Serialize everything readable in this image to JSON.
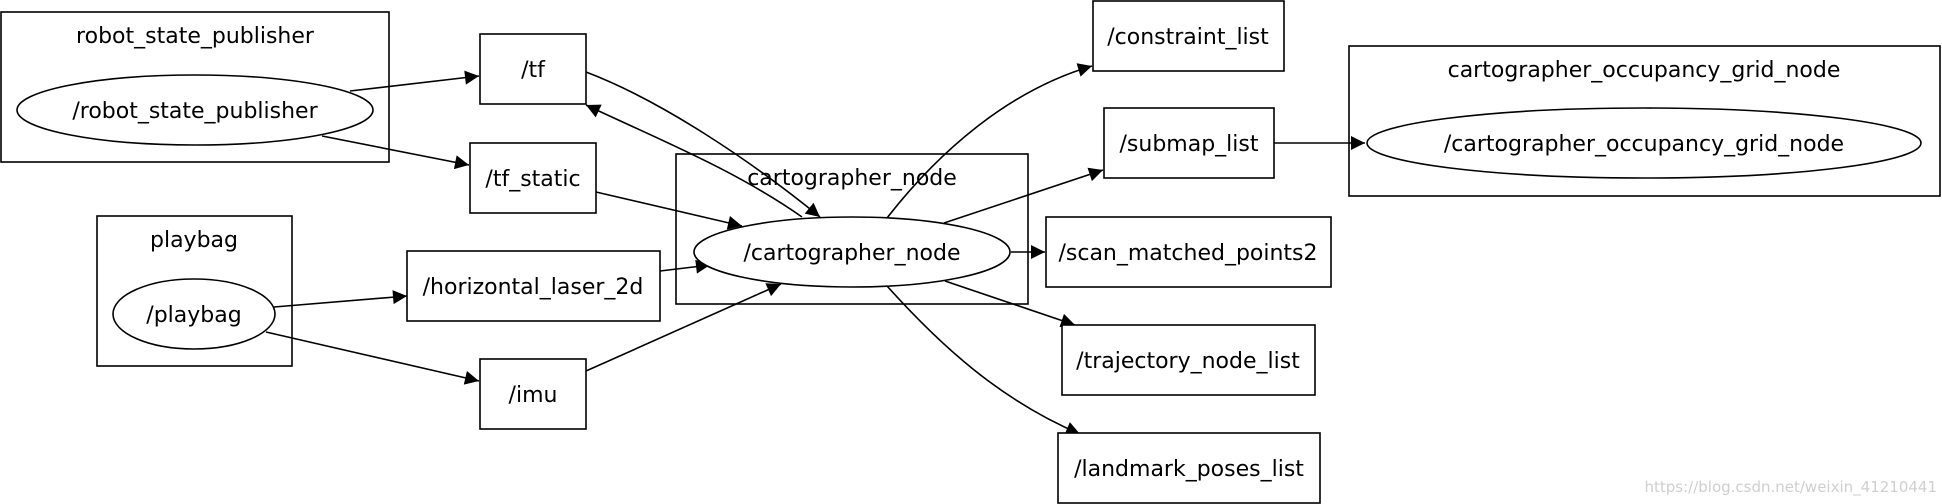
{
  "clusters": {
    "robot_state_publisher": "robot_state_publisher",
    "playbag": "playbag",
    "cartographer_node": "cartographer_node",
    "cartographer_occupancy_grid_node": "cartographer_occupancy_grid_node"
  },
  "nodes": {
    "robot_state_publisher": "/robot_state_publisher",
    "playbag": "/playbag",
    "cartographer_node": "/cartographer_node",
    "cartographer_occupancy_grid_node": "/cartographer_occupancy_grid_node"
  },
  "topics": {
    "tf": "/tf",
    "tf_static": "/tf_static",
    "horizontal_laser_2d": "/horizontal_laser_2d",
    "imu": "/imu",
    "constraint_list": "/constraint_list",
    "submap_list": "/submap_list",
    "scan_matched_points2": "/scan_matched_points2",
    "trajectory_node_list": "/trajectory_node_list",
    "landmark_poses_list": "/landmark_poses_list"
  },
  "edges": [
    {
      "from": "/robot_state_publisher",
      "to": "/tf"
    },
    {
      "from": "/robot_state_publisher",
      "to": "/tf_static"
    },
    {
      "from": "/playbag",
      "to": "/horizontal_laser_2d"
    },
    {
      "from": "/playbag",
      "to": "/imu"
    },
    {
      "from": "/tf",
      "to": "/cartographer_node"
    },
    {
      "from": "/cartographer_node",
      "to": "/tf"
    },
    {
      "from": "/tf_static",
      "to": "/cartographer_node"
    },
    {
      "from": "/horizontal_laser_2d",
      "to": "/cartographer_node"
    },
    {
      "from": "/imu",
      "to": "/cartographer_node"
    },
    {
      "from": "/cartographer_node",
      "to": "/constraint_list"
    },
    {
      "from": "/cartographer_node",
      "to": "/submap_list"
    },
    {
      "from": "/cartographer_node",
      "to": "/scan_matched_points2"
    },
    {
      "from": "/cartographer_node",
      "to": "/trajectory_node_list"
    },
    {
      "from": "/cartographer_node",
      "to": "/landmark_poses_list"
    },
    {
      "from": "/submap_list",
      "to": "/cartographer_occupancy_grid_node"
    }
  ],
  "watermark": "https://blog.csdn.net/weixin_41210441"
}
